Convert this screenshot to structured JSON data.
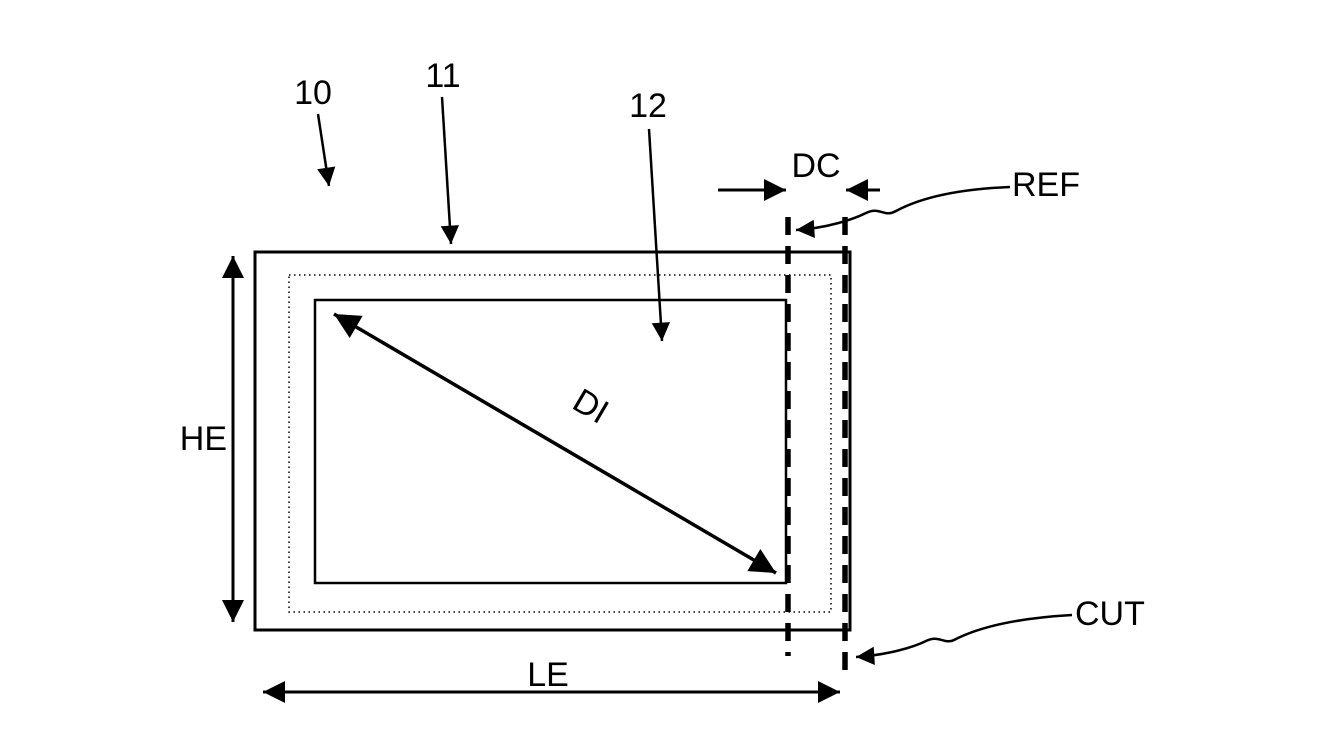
{
  "figure": {
    "labels": {
      "num10": "10",
      "num11": "11",
      "num12": "12",
      "dc": "DC",
      "ref": "REF",
      "cut": "CUT",
      "he": "HE",
      "le": "LE",
      "di": "DI"
    },
    "colors": {
      "line": "#000000",
      "background": "#ffffff"
    }
  }
}
